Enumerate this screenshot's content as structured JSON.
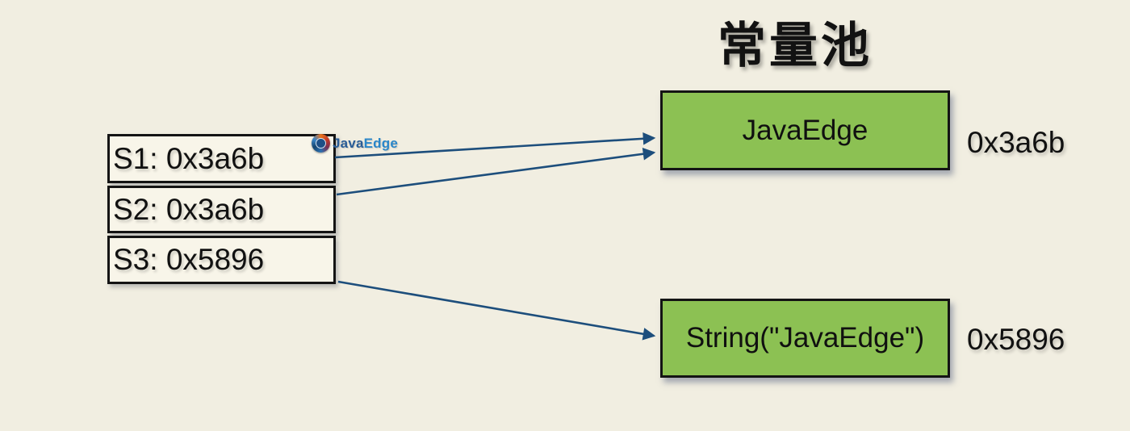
{
  "title": "常量池",
  "left_boxes": [
    {
      "label": "S1: 0x3a6b"
    },
    {
      "label": "S2: 0x3a6b"
    },
    {
      "label": "S3: 0x5896"
    }
  ],
  "pool_boxes": [
    {
      "label": "JavaEdge",
      "address": "0x3a6b"
    },
    {
      "label": "String(\"JavaEdge\")",
      "address": "0x5896"
    }
  ],
  "watermark": {
    "brand_java": "Java",
    "brand_edge": "Edge"
  },
  "colors": {
    "background": "#f1eee1",
    "left_box_fill": "#f8f5e9",
    "pool_box_fill": "#8cc153",
    "border": "#141414",
    "arrow": "#1d4e7c",
    "watermark_java": "#2a5d97",
    "watermark_edge": "#2a86c9"
  }
}
